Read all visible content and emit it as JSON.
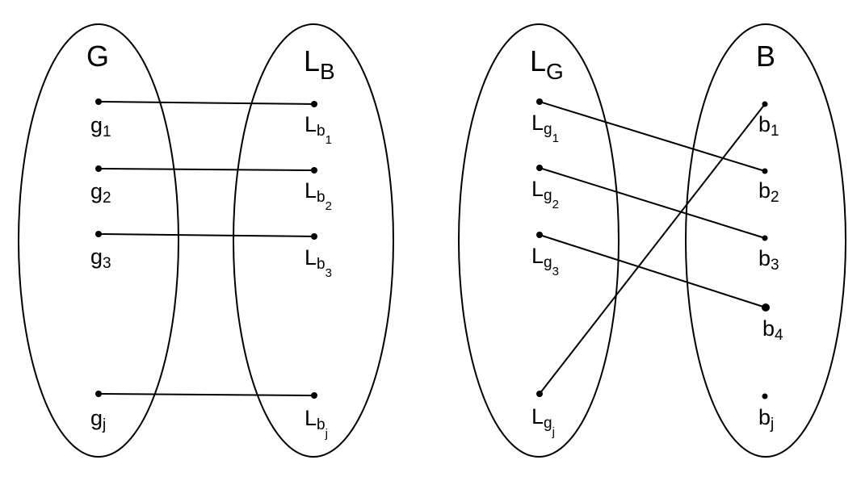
{
  "left_diagram": {
    "set_a": {
      "name": "G",
      "sub": ""
    },
    "set_b": {
      "name": "L",
      "sub": "B"
    },
    "a_nodes": [
      {
        "base": "g",
        "sub": "1"
      },
      {
        "base": "g",
        "sub": "2"
      },
      {
        "base": "g",
        "sub": "3"
      },
      {
        "base": "g",
        "sub": "j"
      }
    ],
    "b_nodes": [
      {
        "base": "L",
        "sub": "b",
        "subsub": "1"
      },
      {
        "base": "L",
        "sub": "b",
        "subsub": "2"
      },
      {
        "base": "L",
        "sub": "b",
        "subsub": "3"
      },
      {
        "base": "L",
        "sub": "b",
        "subsub": "j"
      }
    ],
    "edges": [
      [
        "g_1",
        "L_b_1"
      ],
      [
        "g_2",
        "L_b_2"
      ],
      [
        "g_3",
        "L_b_3"
      ],
      [
        "g_j",
        "L_b_j"
      ]
    ]
  },
  "right_diagram": {
    "set_a": {
      "name": "L",
      "sub": "G"
    },
    "set_b": {
      "name": "B",
      "sub": ""
    },
    "a_nodes": [
      {
        "base": "L",
        "sub": "g",
        "subsub": "1"
      },
      {
        "base": "L",
        "sub": "g",
        "subsub": "2"
      },
      {
        "base": "L",
        "sub": "g",
        "subsub": "3"
      },
      {
        "base": "L",
        "sub": "g",
        "subsub": "j"
      }
    ],
    "b_nodes": [
      {
        "base": "b",
        "sub": "1"
      },
      {
        "base": "b",
        "sub": "2"
      },
      {
        "base": "b",
        "sub": "3"
      },
      {
        "base": "b",
        "sub": "4"
      },
      {
        "base": "b",
        "sub": "j"
      }
    ],
    "edges": [
      [
        "L_g_1",
        "b_2"
      ],
      [
        "L_g_2",
        "b_3"
      ],
      [
        "L_g_3",
        "b_4"
      ],
      [
        "L_g_j",
        "b_1"
      ]
    ]
  }
}
